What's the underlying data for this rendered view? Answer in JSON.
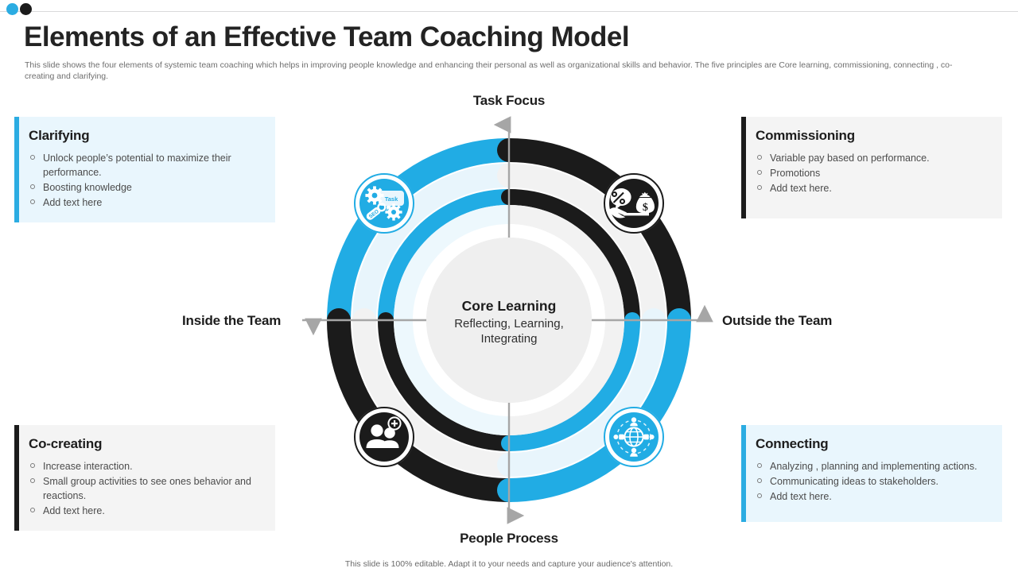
{
  "header": {
    "title": "Elements of an Effective Team Coaching Model",
    "subtitle": "This slide shows the  four elements of systemic team coaching which helps in improving people knowledge and enhancing their personal as well as organizational skills and behavior. The five  principles are Core learning, commissioning, connecting , co-creating and clarifying."
  },
  "colors": {
    "accent_blue": "#2bace2",
    "dark": "#1b1b1b",
    "light_blue_bg": "#e9f6fd",
    "light_gray_bg": "#f4f4f4",
    "pale_blue_ring": "#e8f5fc",
    "pale_gray_ring": "#f0f0f0",
    "center_fill": "#efefef",
    "axis_gray": "#a6a6a6"
  },
  "cards": [
    {
      "id": "clarifying",
      "title": "Clarifying",
      "accent": "#2bace2",
      "background": "#e9f6fd",
      "items": [
        "Unlock people’s potential to maximize their performance.",
        "Boosting knowledge",
        "Add text here"
      ]
    },
    {
      "id": "commissioning",
      "title": "Commissioning",
      "accent": "#1b1b1b",
      "background": "#f4f4f4",
      "items": [
        "Variable pay based on performance.",
        "Promotions",
        "Add text here."
      ]
    },
    {
      "id": "co-creating",
      "title": "Co-creating",
      "accent": "#1b1b1b",
      "background": "#f4f4f4",
      "items": [
        "Increase  interaction.",
        "Small group activities to see ones behavior and reactions.",
        "Add text here."
      ]
    },
    {
      "id": "connecting",
      "title": "Connecting",
      "accent": "#2bace2",
      "background": "#e9f6fd",
      "items": [
        "Analyzing , planning and implementing actions.",
        "Communicating ideas to stakeholders.",
        "Add text here."
      ]
    }
  ],
  "axes": {
    "top": "Task Focus",
    "bottom": "People Process",
    "left": "Inside the Team",
    "right": "Outside the Team"
  },
  "center": {
    "title": "Core Learning",
    "line1": "Reflecting,  Learning,",
    "line2": "Integrating"
  },
  "quadrant_icons": [
    {
      "id": "task-focus-gears",
      "icon": "gears-seo-icon",
      "color": "#2bace2",
      "position": "top-left"
    },
    {
      "id": "commissioning-pay",
      "icon": "percent-money-hand-icon",
      "color": "#1b1b1b",
      "position": "top-right"
    },
    {
      "id": "co-creating-people",
      "icon": "add-people-icon",
      "color": "#1b1b1b",
      "position": "bottom-left"
    },
    {
      "id": "connecting-network",
      "icon": "globe-network-icon",
      "color": "#2bace2",
      "position": "bottom-right"
    }
  ],
  "footer": {
    "note": "This slide is 100% editable. Adapt it to your needs and capture your audience's attention."
  }
}
